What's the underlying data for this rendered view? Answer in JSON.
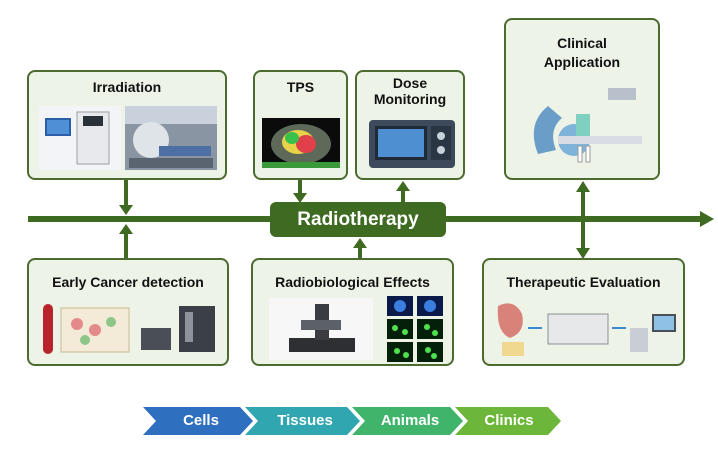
{
  "center_label": "Radiotherapy",
  "boxes": {
    "irradiation": "Irradiation",
    "tps": "TPS",
    "dose_monitoring": "Dose\nMonitoring",
    "clinical_application": "Clinical\nApplication",
    "early_cancer_detection": "Early Cancer detection",
    "radiobiological_effects": "Radiobiological Effects",
    "therapeutic_evaluation": "Therapeutic Evaluation"
  },
  "stages": [
    "Cells",
    "Tissues",
    "Animals",
    "Clinics"
  ],
  "colors": {
    "axis": "#3f6a22",
    "box_border": "#4b6b2f",
    "box_fill": "#edf3e6",
    "stage_colors": [
      "#2f6fbf",
      "#2fa6b0",
      "#3fb46a",
      "#6cb63a"
    ]
  }
}
